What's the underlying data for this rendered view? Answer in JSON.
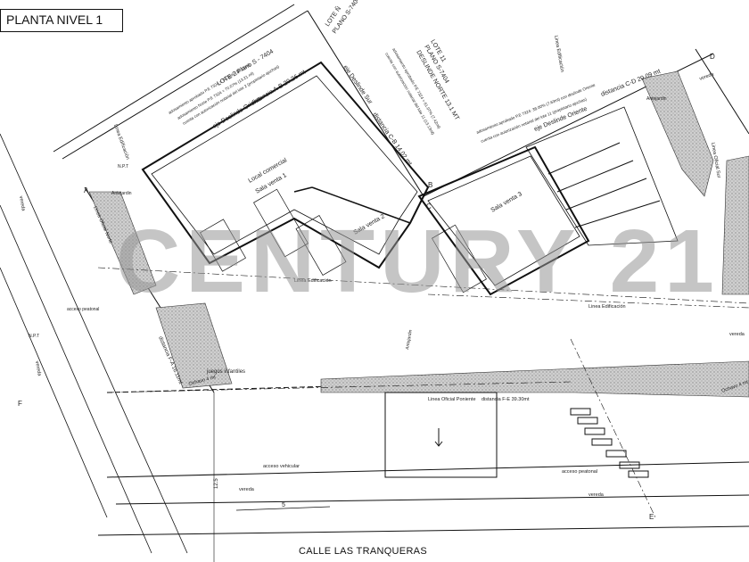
{
  "title": "PLANTA NIVEL 1",
  "street": "CALLE LAS TRANQUERAS",
  "watermark": "CENTURY 21",
  "lots": {
    "lote2": "LOTE 2 Plano S - 7404",
    "lote2_note1": "adosamiento aprobado P.E 7324 = 76.28% (15.23ml)",
    "lote2_note2": "adosamiento Norte P.E 7324 = 70.07% (13.21 ml)",
    "lote2_note3": "cuenta con autorización notarial del lote 2 (propietario ajuchas)",
    "lote_n": "LOTE Ñ",
    "lote_n_plano": "PLANO S-7404",
    "lote11": "LOTE 11",
    "lote11_plano": "PLANO S-7404",
    "lote11_note": "adosamiento aprobado P.E 7324 = 61.97% (7.42ml)",
    "lote11_note2": "cuenta con autorización notarial del lote 11 (13.13ml)",
    "adosamiento_oriente": "adosamiento aprobado P.E 7324: 38.00% (7.63ml) con deslinde Oriente",
    "adosamiento_oriente2": "cuenta con autorización notarial del lote 11 (propietario ajuchas)"
  },
  "limits": {
    "eje_oriente_left": "eje Deslinde Oriente",
    "dist_ab": "distancia A-B 20.26 mt",
    "eje_sur": "eje Deslinde Sur",
    "dist_cb": "distancia C-B 14.02 mt",
    "deslinde_norte": "DESLINDE NORTE 13.1 MT",
    "eje_oriente_right": "eje Deslinde Oriente",
    "dist_cd": "distancia C-D 20.09 mt",
    "linea_oficial_norte": "Linea Oficial Norte",
    "dist_fa": "distancia F-A 16.11mt",
    "linea_oficial_poniente": "Linea Oficial Poniente",
    "dist_fe": "distancia F-E 39.30mt",
    "linea_oficial_sur": "Linea Oficial Sur",
    "octavo_left": "Ochavo 4 mt",
    "octavo_right": "Ochavo 4 mt"
  },
  "rooms": {
    "local": "Local comercial",
    "sala1": "Sala venta 1",
    "sala2": "Sala venta 2",
    "sala3": "Sala venta 3",
    "juegos": "juegos infantiles"
  },
  "labels": {
    "linea_edif": "Linea Edificación",
    "acceso_peatonal": "acceso peatonal",
    "acceso_vehicular": "acceso vehicular",
    "vereda": "vereda",
    "antejardin": "Antejardin",
    "scale_num": "5",
    "dim_125": "12.5",
    "npt": "N.P.T",
    "letters": [
      "A",
      "B",
      "C",
      "D",
      "E",
      "F"
    ]
  },
  "colors": {
    "line": "#111111",
    "hatch": "#9a9a9a",
    "watermark": "#969696"
  }
}
